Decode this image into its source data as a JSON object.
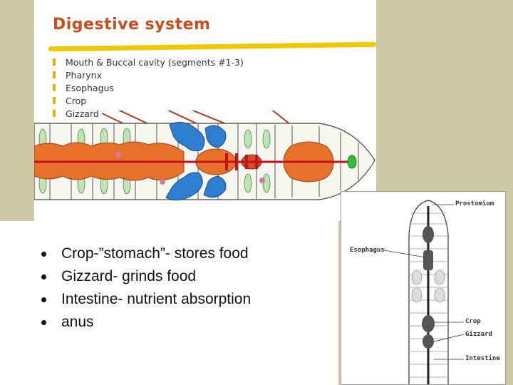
{
  "figure": {
    "title": "Digestive system",
    "parts": [
      "Mouth & Buccal cavity (segments #1-3)",
      "Pharynx",
      "Esophagus",
      "Crop",
      "Gizzard"
    ]
  },
  "bullets": [
    "Crop-”stomach”- stores food",
    "Gizzard- grinds food",
    "Intestine- nutrient absorption",
    "anus"
  ],
  "diagram": {
    "labels": {
      "prostomium": "Prostomium",
      "esophagus": "Esophagus",
      "crop": "Crop",
      "gizzard": "Gizzard",
      "intestine": "Intestine"
    }
  },
  "colors": {
    "background": "#cfc9a6",
    "title": "#c94c1a",
    "rule": "#f0c800",
    "crop_orange": "#e8712a",
    "blue_organs": "#2f7fd0",
    "red_vessel": "#c0141a",
    "mouth_green": "#2fbf3a"
  }
}
